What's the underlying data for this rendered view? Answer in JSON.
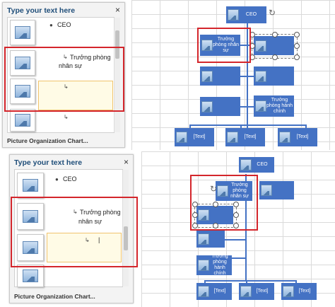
{
  "pane": {
    "title": "Type your text here",
    "close": "×",
    "footer": "Picture Organization Chart...",
    "items": {
      "ceo": "CEO",
      "hr_line1": "Trưởng phòng",
      "hr_line2": "nhân sự",
      "new_item": ""
    }
  },
  "chart": {
    "ceo": "CEO",
    "hr": "Trưởng phòng nhân sự",
    "admin": "Trưởng phòng hành chính",
    "placeholder": "[Text]"
  },
  "icons": {
    "picture": "picture-icon",
    "rotate": "rotate-handle-icon",
    "close": "close-icon",
    "bullet": "tab-arrow-icon"
  },
  "colors": {
    "node": "#4472c4",
    "highlight": "#d4262c",
    "pane_title": "#1f4e79"
  }
}
